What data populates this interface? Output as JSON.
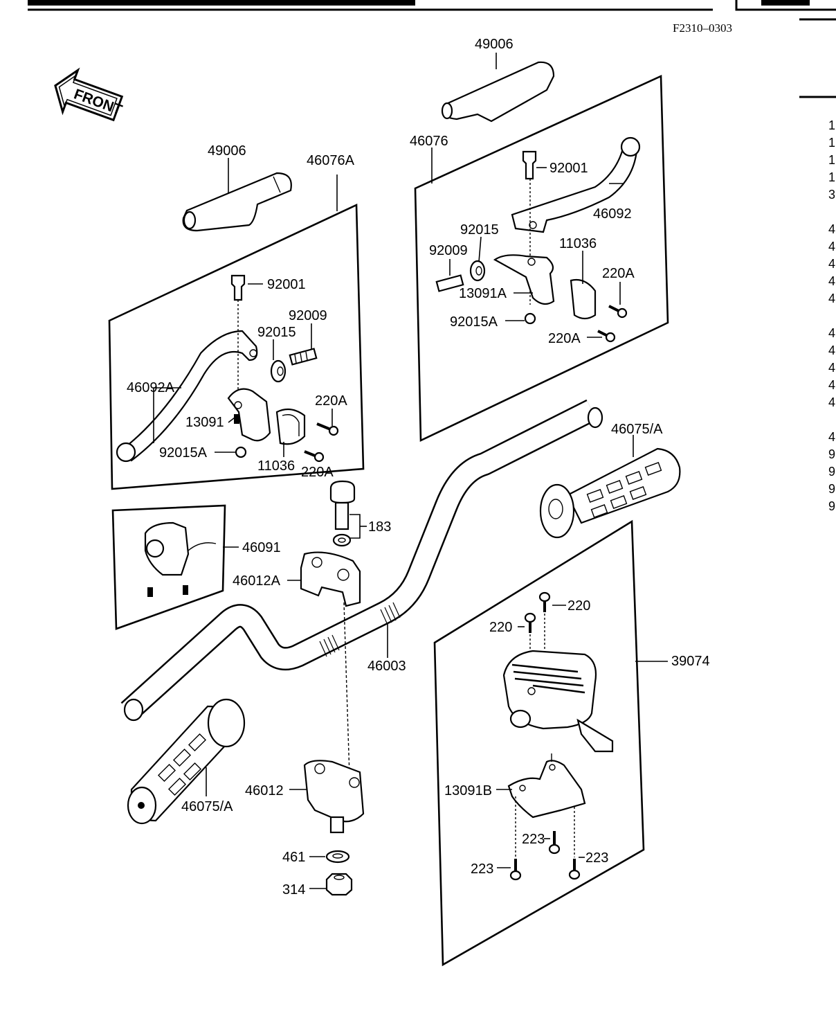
{
  "header": {
    "title": "CV — 83 KLT250-C2/C3 Chassis",
    "doc_id": "F2310–0303"
  },
  "front_arrow": {
    "text": "FRONT",
    "icon": "front-arrow-icon"
  },
  "labels": {
    "l49006_top": "49006",
    "l46076": "46076",
    "l92001_r": "92001",
    "l46092": "46092",
    "l92015_r": "92015",
    "l11036_r": "11036",
    "l92009_r": "92009",
    "l220A_r1": "220A",
    "l13091A": "13091A",
    "l92015A_r": "92015A",
    "l220A_r2": "220A",
    "l49006_left": "49006",
    "l46076A": "46076A",
    "l92001_l": "92001",
    "l92009_l": "92009",
    "l92015_l": "92015",
    "l46092A": "46092A",
    "l220A_l1": "220A",
    "l13091": "13091",
    "l92015A_l": "92015A",
    "l11036_l": "11036",
    "l220A_l2": "220A",
    "l46075A_r": "46075/A",
    "l183": "183",
    "l46091": "46091",
    "l46012A": "46012A",
    "l220_a": "220",
    "l220_b": "220",
    "l39074": "39074",
    "l46003": "46003",
    "l46012": "46012",
    "l46075A_l": "46075/A",
    "l13091B": "13091B",
    "l223_a": "223",
    "l223_b": "223",
    "l223_c": "223",
    "l461": "461",
    "l314": "314"
  },
  "right_margin_digits": [
    "1",
    "1",
    "1",
    "1",
    "3",
    "4",
    "4",
    "4",
    "4",
    "4",
    "4",
    "4",
    "4",
    "4",
    "4",
    "4",
    "9",
    "9",
    "9",
    "9"
  ]
}
